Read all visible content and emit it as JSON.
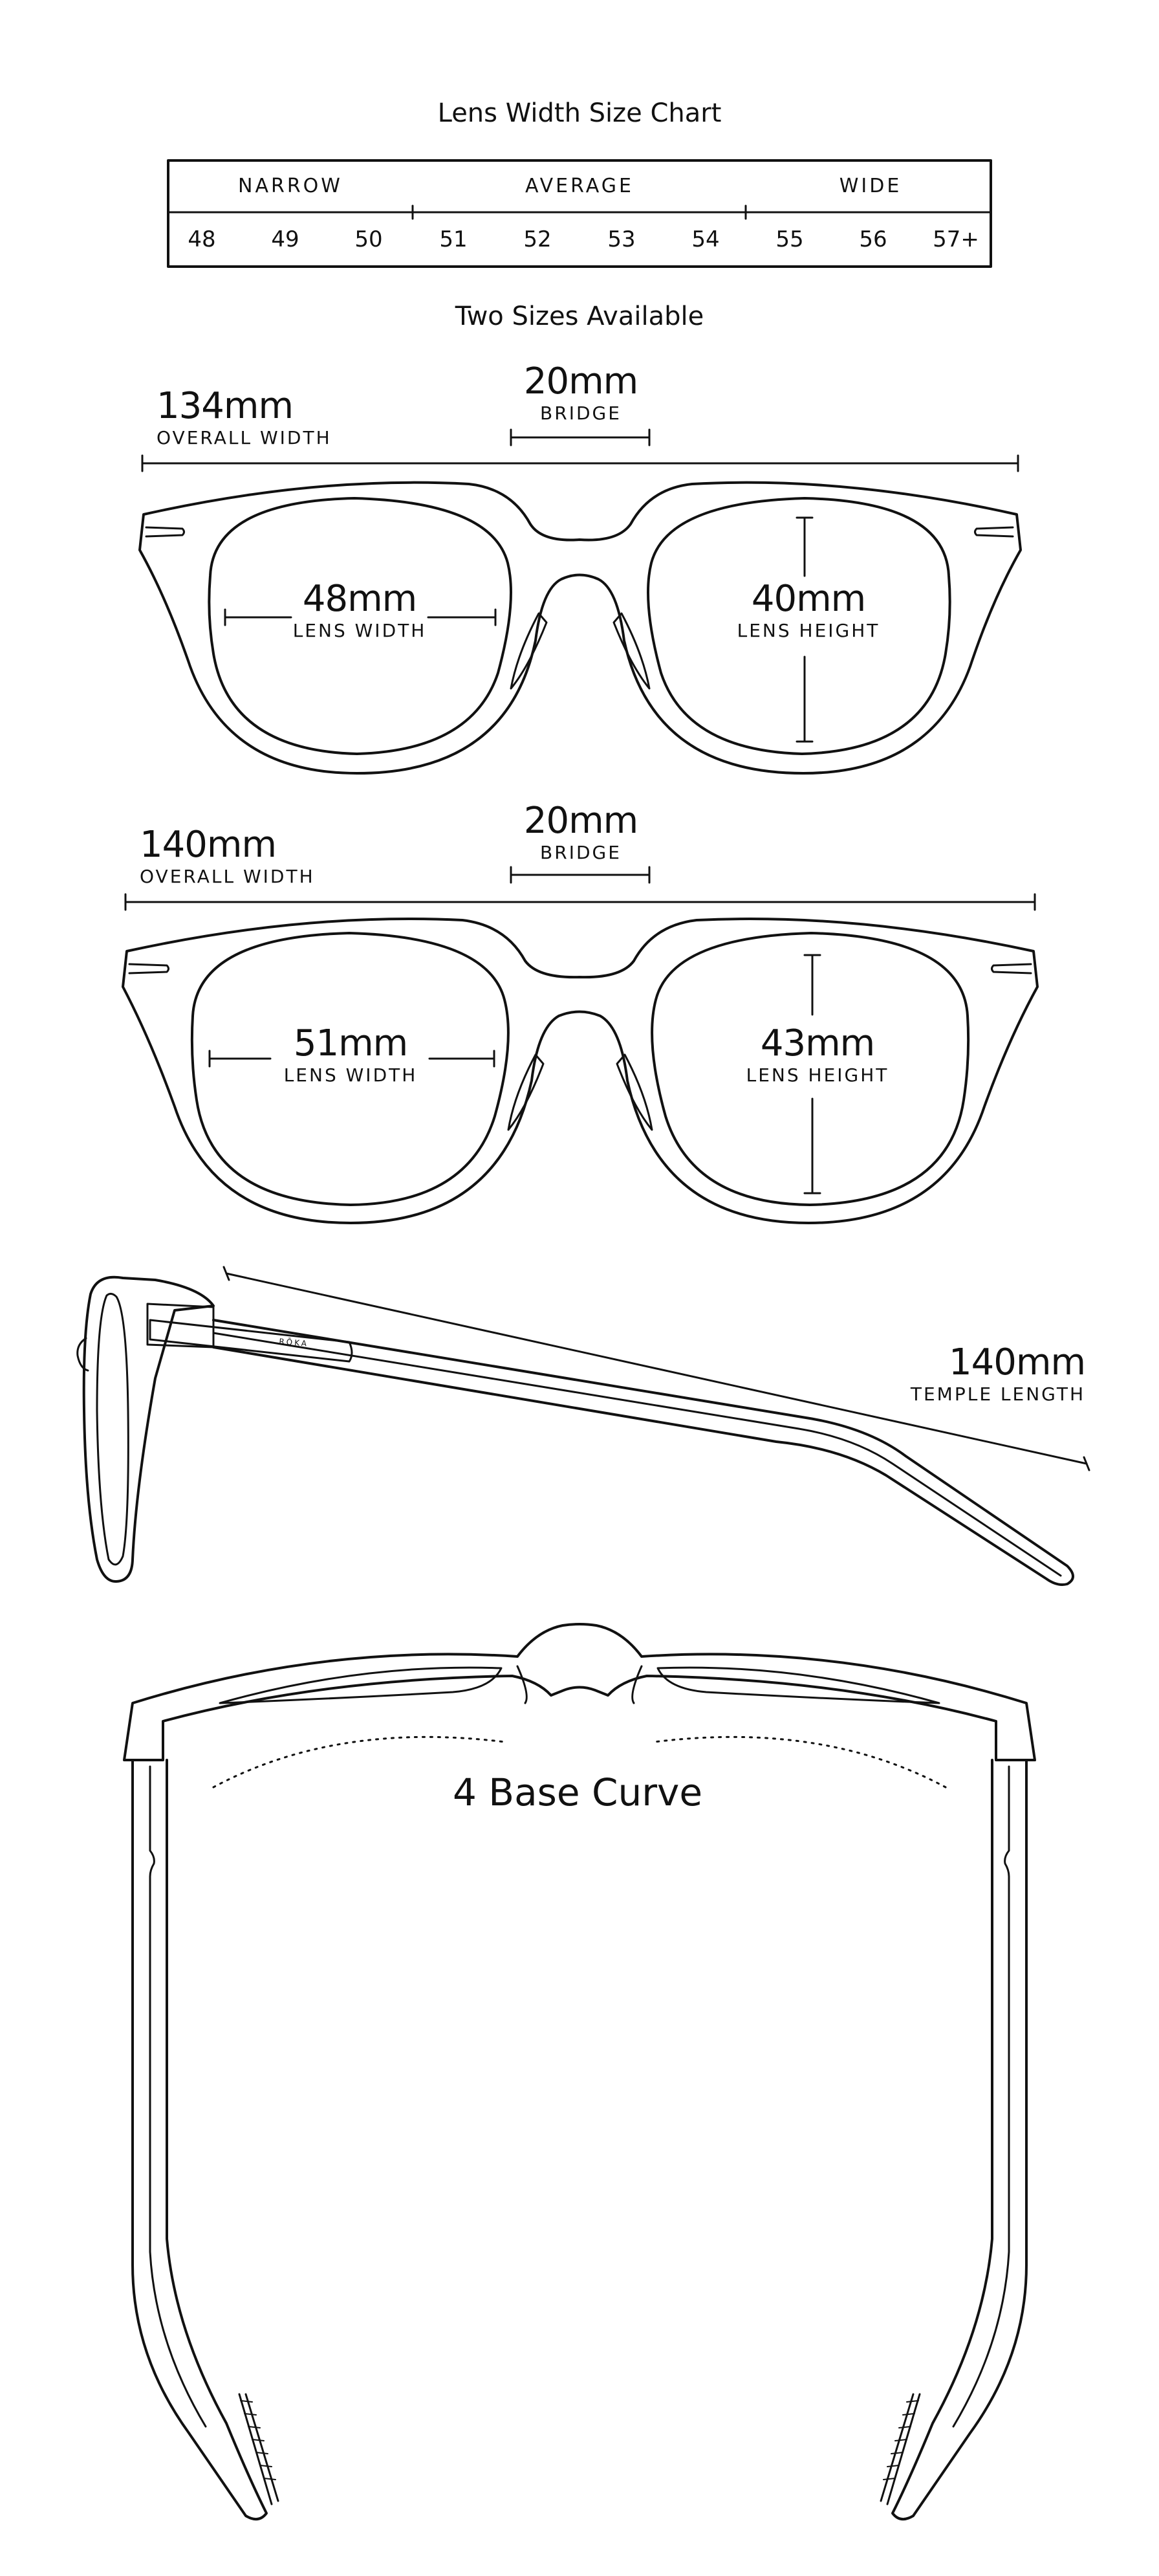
{
  "size_chart": {
    "title": "Lens Width Size Chart",
    "groups": [
      {
        "label": "NARROW",
        "sizes": [
          "48",
          "49",
          "50"
        ]
      },
      {
        "label": "AVERAGE",
        "sizes": [
          "51",
          "52",
          "53",
          "54"
        ]
      },
      {
        "label": "WIDE",
        "sizes": [
          "55",
          "56",
          "57+"
        ]
      }
    ]
  },
  "subtitle": "Two Sizes Available",
  "frame_small": {
    "overall_width": {
      "value": "134mm",
      "label": "OVERALL WIDTH"
    },
    "bridge": {
      "value": "20mm",
      "label": "BRIDGE"
    },
    "lens_width": {
      "value": "48mm",
      "label": "LENS WIDTH"
    },
    "lens_height": {
      "value": "40mm",
      "label": "LENS HEIGHT"
    }
  },
  "frame_large": {
    "overall_width": {
      "value": "140mm",
      "label": "OVERALL WIDTH"
    },
    "bridge": {
      "value": "20mm",
      "label": "BRIDGE"
    },
    "lens_width": {
      "value": "51mm",
      "label": "LENS WIDTH"
    },
    "lens_height": {
      "value": "43mm",
      "label": "LENS HEIGHT"
    }
  },
  "side_view": {
    "temple_length": {
      "value": "140mm",
      "label": "TEMPLE LENGTH"
    },
    "logo": "RŌKA"
  },
  "top_view": {
    "label": "4 Base Curve"
  },
  "colors": {
    "line": "#111111",
    "background": "#ffffff"
  }
}
